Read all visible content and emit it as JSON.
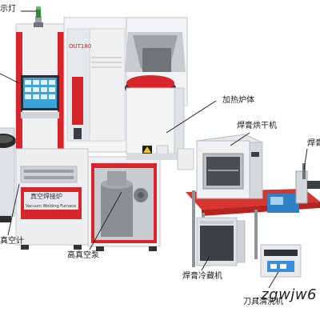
{
  "labels": {
    "indicator_light": "示灯",
    "heating_furnace": "加热炉体",
    "flux_drying_oven": "焊膏烘干机",
    "flux_partial": "焊膏",
    "high_vacuum_gauge": "真空计",
    "high_vacuum_pump": "高真空泵",
    "flux_refrigerator": "焊膏冷藏机",
    "tool_cleaner": "刀具清洗机"
  },
  "machine": {
    "model_badge": "OUT180",
    "nameplate_cn": "真空焊接炉",
    "nameplate_en": "Vacuum Welding Furnace"
  },
  "watermark": ".zgwjw6",
  "colors": {
    "cabinet": "#e9ecef",
    "cabinet_shadow": "#c9ced3",
    "accent_red": "#d7262b",
    "table_red": "#d8342f",
    "dark_steel": "#8a8f94",
    "screen_blue": "#3aa3d8",
    "label_text": "#1a1a1a",
    "leader_line": "#1a1a1a"
  },
  "icons": [
    "indicator-light-icon",
    "touch-screen-icon",
    "warning-sign-icon",
    "fan-vent-icon"
  ]
}
